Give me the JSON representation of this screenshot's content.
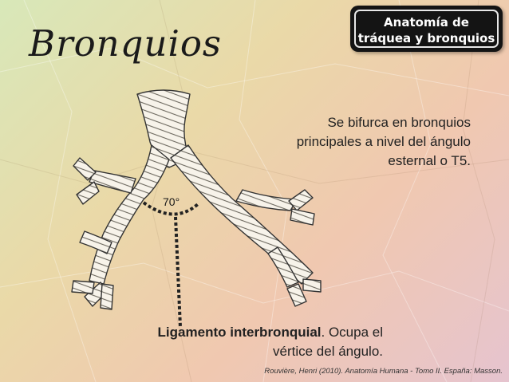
{
  "slide": {
    "title": "Bronquios",
    "badge": {
      "line1": "Anatomía de",
      "line2": "tráquea y bronquios"
    },
    "description_lines": [
      "Se bifurca en bronquios",
      "principales a nivel del ángulo",
      "esternal o T5."
    ],
    "caption": {
      "bold": "Ligamento interbronquial",
      "rest_line1": ". Ocupa el",
      "line2": "vértice del ángulo."
    },
    "angle_label": "70°",
    "credit": "Rouvière, Henri (2010). Anatomía Humana - Tomo II. España: Masson."
  }
}
